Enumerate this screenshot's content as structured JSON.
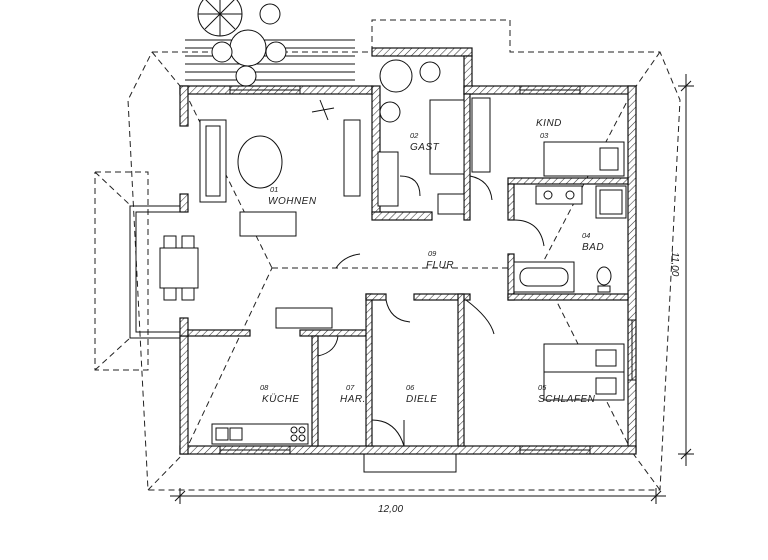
{
  "rooms": [
    {
      "id": "wohnen",
      "number": "01",
      "name": "WOHNEN"
    },
    {
      "id": "gast",
      "number": "02",
      "name": "GAST"
    },
    {
      "id": "kind",
      "number": "03",
      "name": "KIND"
    },
    {
      "id": "bad",
      "number": "04",
      "name": "BAD"
    },
    {
      "id": "schlafen",
      "number": "05",
      "name": "SCHLAFEN"
    },
    {
      "id": "diele",
      "number": "06",
      "name": "DIELE"
    },
    {
      "id": "har",
      "number": "07",
      "name": "HAR."
    },
    {
      "id": "kueche",
      "number": "08",
      "name": "KÜCHE"
    },
    {
      "id": "flur",
      "number": "09",
      "name": "FLUR"
    }
  ],
  "dimensions": {
    "width": "12,00",
    "depth": "11,00"
  }
}
